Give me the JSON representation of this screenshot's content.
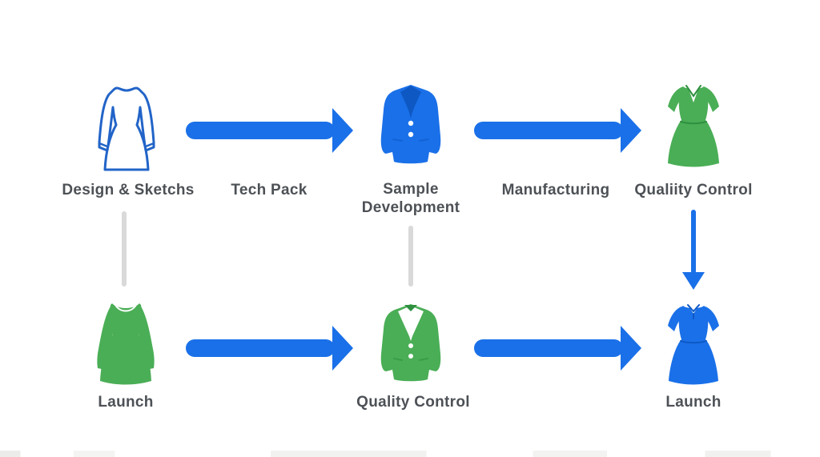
{
  "colors": {
    "background": "#ffffff",
    "arrow-blue": "#1a70e8",
    "icon-blue": "#1a70e8",
    "icon-outline-blue": "#2264c8",
    "icon-green": "#4aae56",
    "connector-gray": "#d9d9d9",
    "label-text": "#4d5156"
  },
  "flow": {
    "row1": {
      "stage1": {
        "label": "Design & Sketchs",
        "icon": "dress-outline"
      },
      "arrow1": {
        "label": "Tech Pack"
      },
      "stage2": {
        "label_line1": "Sample",
        "label_line2": "Development",
        "icon": "blazer-blue"
      },
      "arrow2": {
        "label": "Manufacturing"
      },
      "stage3": {
        "label": "Qualiity Control",
        "icon": "dress-green-shortsleeve"
      }
    },
    "row2": {
      "stage1": {
        "label": "Launch",
        "icon": "dress-green-longsleeve"
      },
      "stage2": {
        "label": "Quality Control",
        "icon": "blazer-green"
      },
      "stage3": {
        "label": "Launch",
        "icon": "dress-blue-shortsleeve"
      }
    }
  }
}
